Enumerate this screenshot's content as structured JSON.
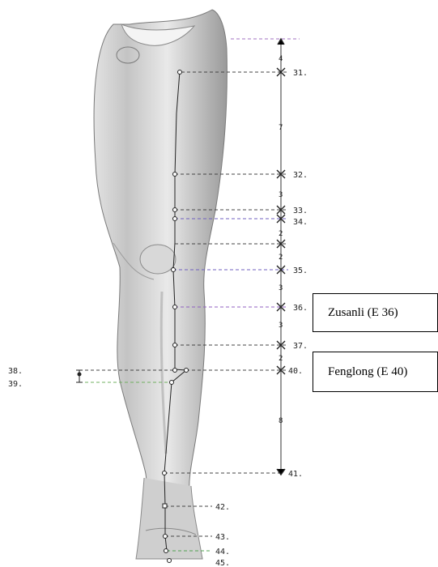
{
  "meridian_points": [
    {
      "label": "31."
    },
    {
      "label": "32."
    },
    {
      "label": "33."
    },
    {
      "label": "34."
    },
    {
      "label": "35."
    },
    {
      "label": "36."
    },
    {
      "label": "37."
    },
    {
      "label": "40."
    },
    {
      "label": "41."
    },
    {
      "label": "42."
    },
    {
      "label": "43."
    },
    {
      "label": "44."
    },
    {
      "label": "45."
    }
  ],
  "left_points": [
    {
      "label": "38."
    },
    {
      "label": "39."
    }
  ],
  "segment_labels": [
    "4",
    "7",
    "3",
    "2",
    "2",
    "3",
    "3",
    "2",
    "8"
  ],
  "callouts": {
    "zusanli": "Zusanli (E 36)",
    "fenglong": "Fenglong (E 40)"
  }
}
